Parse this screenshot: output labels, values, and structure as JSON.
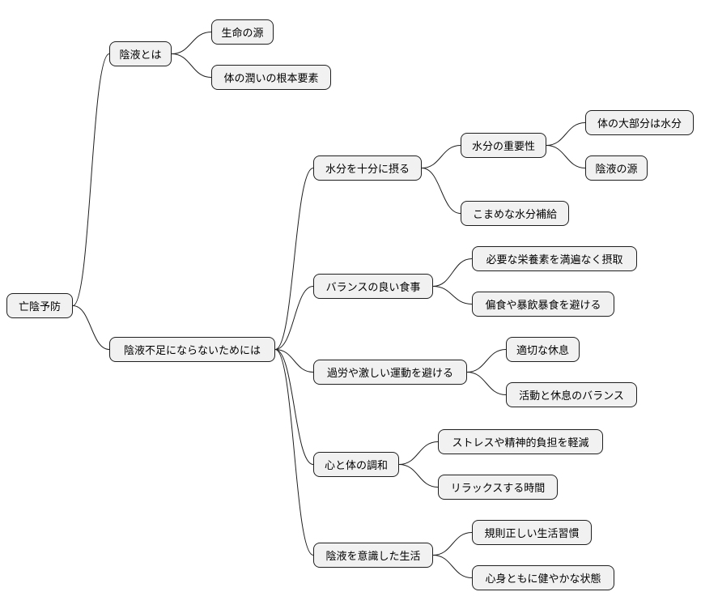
{
  "root": {
    "label": "亡陰予防"
  },
  "branches": [
    {
      "label": "陰液とは",
      "children": [
        {
          "label": "生命の源"
        },
        {
          "label": "体の潤いの根本要素"
        }
      ]
    },
    {
      "label": "陰液不足にならないためには",
      "children": [
        {
          "label": "水分を十分に摂る",
          "children": [
            {
              "label": "水分の重要性",
              "children": [
                {
                  "label": "体の大部分は水分"
                },
                {
                  "label": "陰液の源"
                }
              ]
            },
            {
              "label": "こまめな水分補給"
            }
          ]
        },
        {
          "label": "バランスの良い食事",
          "children": [
            {
              "label": "必要な栄養素を満遍なく摂取"
            },
            {
              "label": "偏食や暴飲暴食を避ける"
            }
          ]
        },
        {
          "label": "過労や激しい運動を避ける",
          "children": [
            {
              "label": "適切な休息"
            },
            {
              "label": "活動と休息のバランス"
            }
          ]
        },
        {
          "label": "心と体の調和",
          "children": [
            {
              "label": "ストレスや精神的負担を軽減"
            },
            {
              "label": "リラックスする時間"
            }
          ]
        },
        {
          "label": "陰液を意識した生活",
          "children": [
            {
              "label": "規則正しい生活習慣"
            },
            {
              "label": "心身ともに健やかな状態"
            }
          ]
        }
      ]
    }
  ]
}
